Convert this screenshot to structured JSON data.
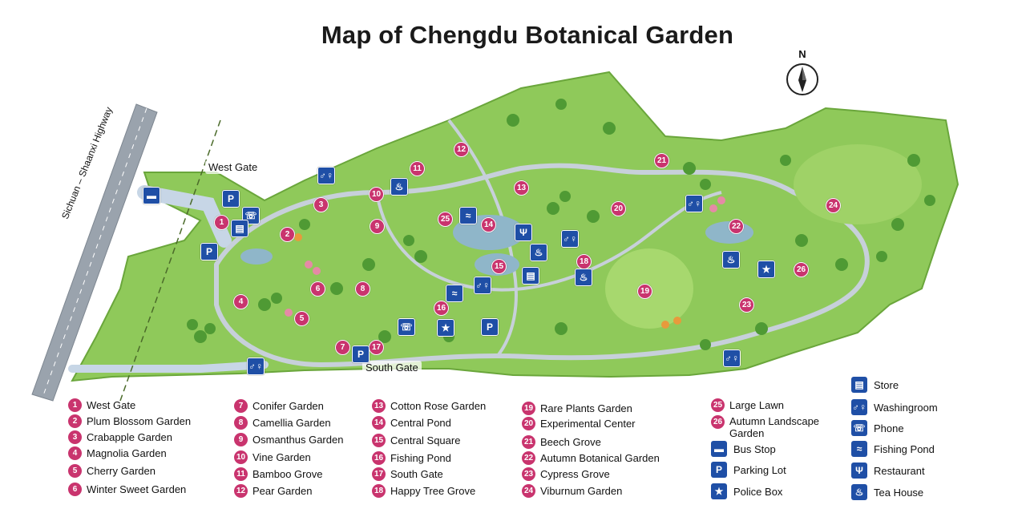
{
  "title": "Map of Chengdu Botanical Garden",
  "compass": "N",
  "map_labels": {
    "west_gate": "West Gate",
    "south_gate": "South Gate",
    "highway": "Sichuan – Shaanxi Highway"
  },
  "colors": {
    "marker": "#c9346e",
    "service_icon": "#1f4fa6",
    "park_fill": "#8fc95a",
    "road": "#9aa3ad"
  },
  "markers": [
    "1",
    "2",
    "3",
    "4",
    "5",
    "6",
    "7",
    "8",
    "9",
    "10",
    "11",
    "12",
    "13",
    "14",
    "15",
    "16",
    "17",
    "18",
    "19",
    "20",
    "21",
    "22",
    "23",
    "24",
    "25",
    "26"
  ],
  "legend": {
    "col1": [
      {
        "num": "1",
        "label": "West Gate"
      },
      {
        "num": "2",
        "label": "Plum Blossom Garden"
      },
      {
        "num": "3",
        "label": "Crabapple Garden"
      },
      {
        "num": "4",
        "label": "Magnolia Garden"
      },
      {
        "num": "5",
        "label": "Cherry Garden"
      },
      {
        "num": "6",
        "label": "Winter Sweet Garden"
      }
    ],
    "col2": [
      {
        "num": "7",
        "label": "Conifer Garden"
      },
      {
        "num": "8",
        "label": "Camellia Garden"
      },
      {
        "num": "9",
        "label": "Osmanthus Garden"
      },
      {
        "num": "10",
        "label": "Vine Garden"
      },
      {
        "num": "11",
        "label": "Bamboo Grove"
      },
      {
        "num": "12",
        "label": "Pear Garden"
      }
    ],
    "col3": [
      {
        "num": "13",
        "label": "Cotton Rose Garden"
      },
      {
        "num": "14",
        "label": "Central Pond"
      },
      {
        "num": "15",
        "label": "Central Square"
      },
      {
        "num": "16",
        "label": "Fishing Pond"
      },
      {
        "num": "17",
        "label": "South Gate"
      },
      {
        "num": "18",
        "label": "Happy Tree Grove"
      }
    ],
    "col4": [
      {
        "num": "19",
        "label": "Rare Plants Garden"
      },
      {
        "num": "20",
        "label": "Experimental Center"
      },
      {
        "num": "21",
        "label": "Beech Grove"
      },
      {
        "num": "22",
        "label": "Autumn Botanical Garden"
      },
      {
        "num": "23",
        "label": "Cypress Grove"
      },
      {
        "num": "24",
        "label": "Viburnum Garden"
      }
    ],
    "col5": [
      {
        "num": "25",
        "label": "Large Lawn"
      },
      {
        "num": "26",
        "label": "Autumn Landscape Garden"
      }
    ],
    "services_a": [
      {
        "icon": "bus-icon",
        "glyph": "▬",
        "label": "Bus Stop"
      },
      {
        "icon": "parking-icon",
        "glyph": "P",
        "label": "Parking Lot"
      },
      {
        "icon": "police-icon",
        "glyph": "★",
        "label": "Police Box"
      }
    ],
    "services_b": [
      {
        "icon": "store-icon",
        "glyph": "▤",
        "label": "Store"
      },
      {
        "icon": "washroom-icon",
        "glyph": "♂♀",
        "label": "Washingroom"
      },
      {
        "icon": "phone-icon",
        "glyph": "☏",
        "label": "Phone"
      },
      {
        "icon": "fishing-icon",
        "glyph": "≈",
        "label": "Fishing Pond"
      },
      {
        "icon": "restaurant-icon",
        "glyph": "Ψ",
        "label": "Restaurant"
      },
      {
        "icon": "teahouse-icon",
        "glyph": "♨",
        "label": "Tea House"
      }
    ]
  }
}
